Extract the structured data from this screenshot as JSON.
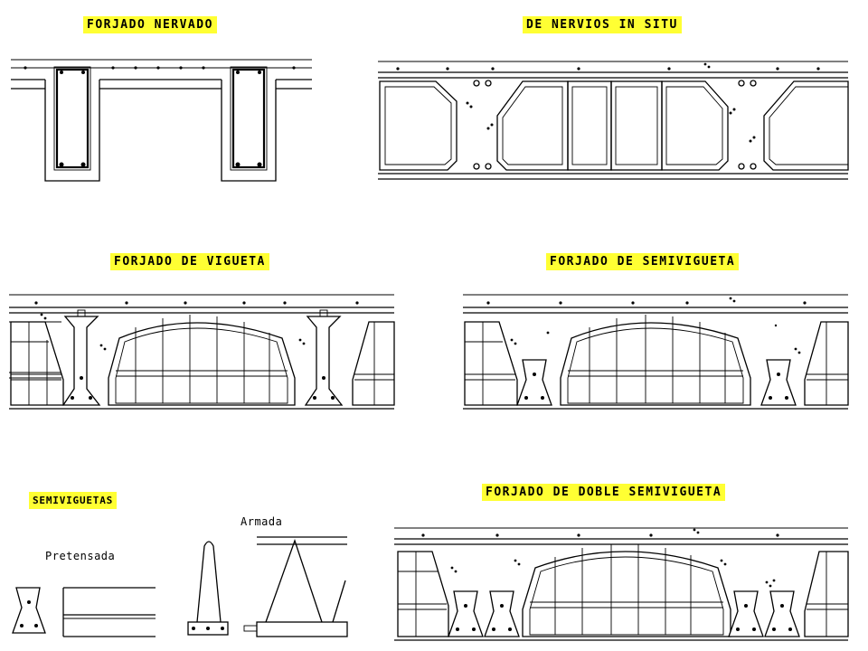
{
  "titles": {
    "forjado_nervado": "FORJADO NERVADO",
    "de_nervios_in_situ": "DE NERVIOS IN SITU",
    "forjado_de_vigueta": "FORJADO DE VIGUETA",
    "forjado_de_semivigueta": "FORJADO DE SEMIVIGUETA",
    "semiviguetas": "SEMIVIGUETAS",
    "forjado_de_doble_semivigueta": "FORJADO DE DOBLE SEMIVIGUETA"
  },
  "sublabels": {
    "pretensada": "Pretensada",
    "armada": "Armada"
  },
  "colors": {
    "highlight": "#ffff33",
    "ink": "#000000"
  }
}
